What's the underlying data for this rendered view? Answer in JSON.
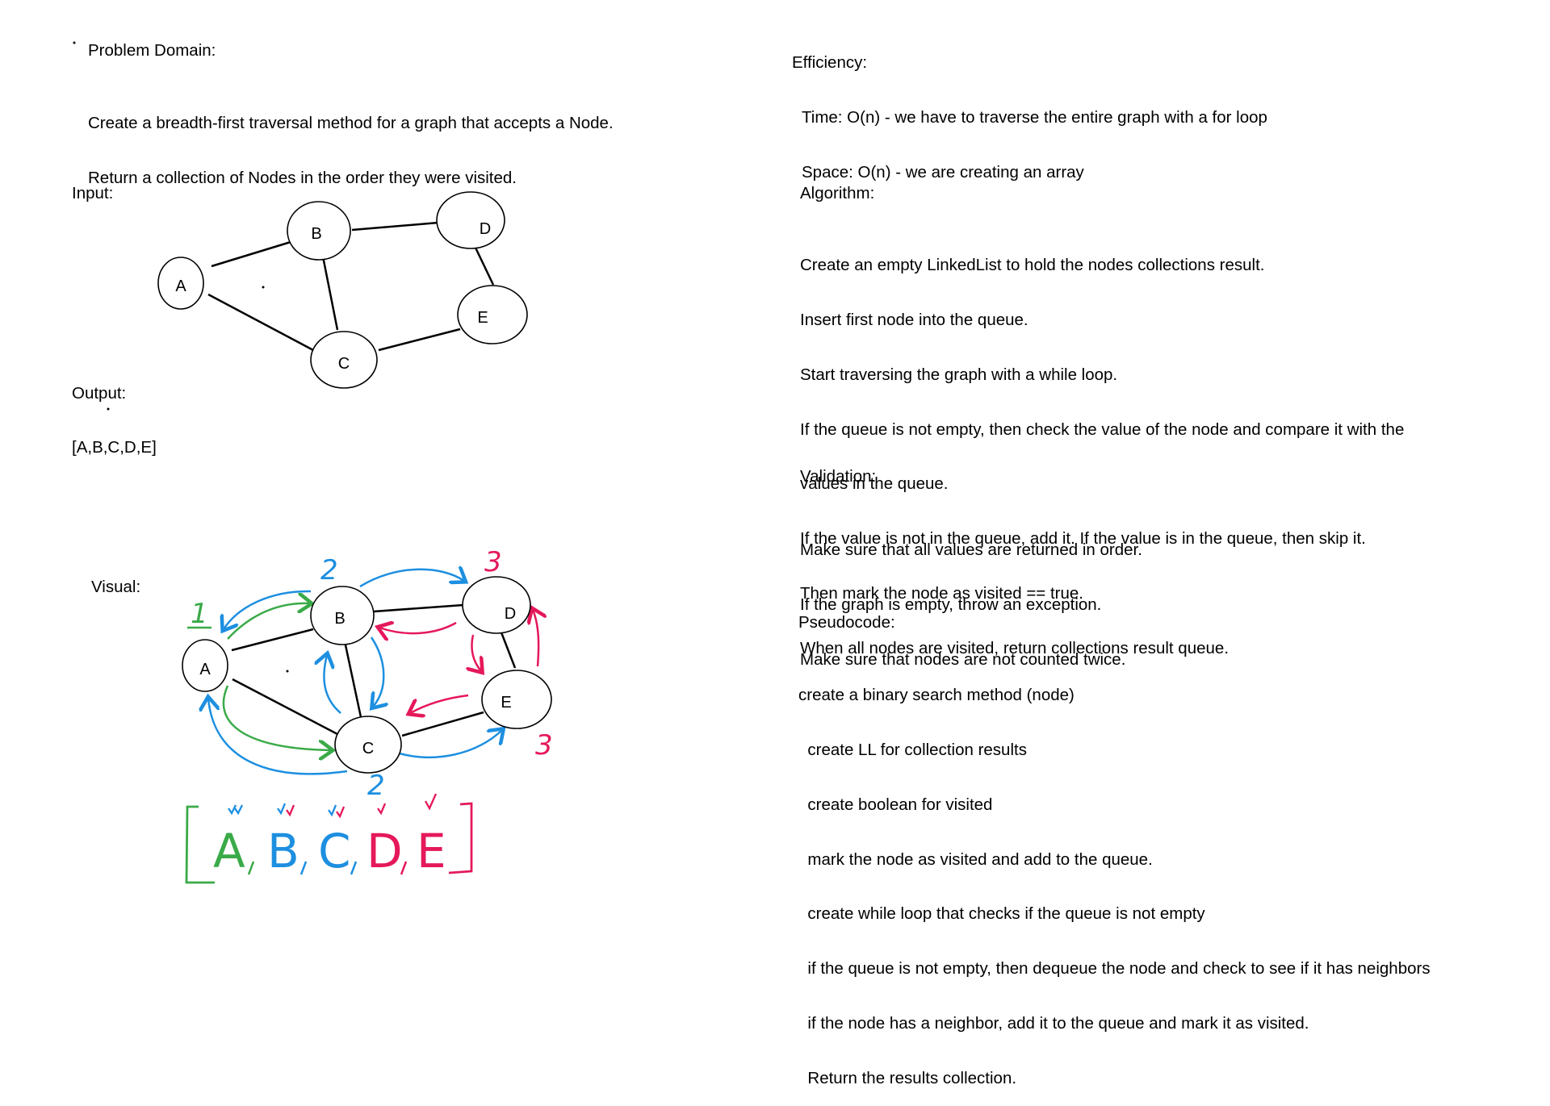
{
  "problem": {
    "heading": "Problem Domain:",
    "lines": [
      "Create a breadth-first traversal method for a graph that accepts a Node.",
      "Return a collection of Nodes in the order they were visited."
    ]
  },
  "input": {
    "heading": "Input:"
  },
  "output": {
    "heading": "Output:",
    "value": "[A,B,C,D,E]"
  },
  "visual": {
    "heading": "Visual:"
  },
  "graph": {
    "nodes": [
      "A",
      "B",
      "C",
      "D",
      "E"
    ],
    "edges": [
      [
        "A",
        "B"
      ],
      [
        "A",
        "C"
      ],
      [
        "B",
        "C"
      ],
      [
        "B",
        "D"
      ],
      [
        "D",
        "E"
      ],
      [
        "C",
        "E"
      ]
    ]
  },
  "annotations": {
    "step_labels": [
      "1",
      "2",
      "3",
      "2",
      "3"
    ],
    "handwritten_result": {
      "letters": [
        "A",
        "B",
        "C",
        "D",
        "E"
      ]
    },
    "colors": {
      "green": "#3aaa48",
      "blue": "#1d8fe0",
      "pink": "#e5185a"
    }
  },
  "efficiency": {
    "heading": "Efficiency:",
    "lines": [
      "Time: O(n) - we have to traverse the entire graph with a for loop",
      "Space: O(n) - we are creating an array"
    ]
  },
  "algorithm": {
    "heading": "Algorithm:",
    "lines": [
      "Create an empty LinkedList to hold the nodes collections result.",
      "Insert first node into the queue.",
      "Start traversing the graph with a while loop.",
      "If the queue is not empty, then check the value of the node and compare it with the",
      "values in the queue.",
      "If the value is not in the queue, add it. If the value is in the queue, then skip it.",
      "Then mark the node as visited == true.",
      "When all nodes are visited, return collections result queue."
    ]
  },
  "validation": {
    "heading": "Validation:",
    "lines": [
      "Make sure that all values are returned in order.",
      "If the graph is empty, throw an exception.",
      "Make sure that nodes are not counted twice."
    ]
  },
  "pseudocode": {
    "heading": "Pseudocode:",
    "lines": [
      "create a binary search method (node)",
      "  create LL for collection results",
      "  create boolean for visited",
      "  mark the node as visited and add to the queue.",
      "  create while loop that checks if the queue is not empty",
      "  if the queue is not empty, then dequeue the node and check to see if it has neighbors",
      "  if the node has a neighbor, add it to the queue and mark it as visited.",
      "  Return the results collection."
    ]
  }
}
